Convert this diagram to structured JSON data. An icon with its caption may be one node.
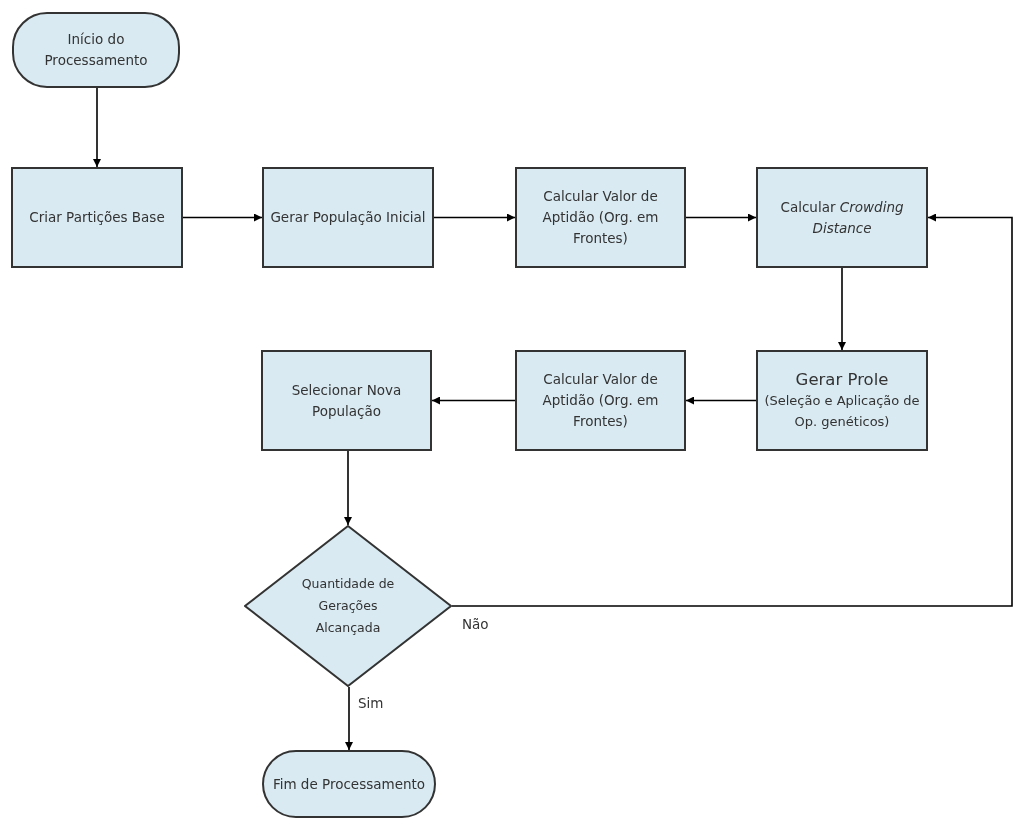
{
  "diagram": {
    "nodes": [
      {
        "text": [
          "Início do Processamento"
        ]
      },
      {
        "text": [
          "Criar Partições Base"
        ]
      },
      {
        "text": [
          "Gerar População Inicial"
        ]
      },
      {
        "text": [
          "Calcular Valor de Aptidão (Org. em Frontes)"
        ]
      },
      {
        "text": [
          "Calcular *Crowding Distance*"
        ]
      },
      {
        "text": [
          "Gerar Prole",
          "(Seleção e Aplicação de Op. genéticos)"
        ]
      },
      {
        "text": [
          "Calcular Valor de Aptidão (Org. em Frontes)"
        ]
      },
      {
        "text": [
          "Selecionar Nova População"
        ]
      },
      {
        "text": [
          "Quantidade de Gerações Alcançada"
        ]
      },
      {
        "text": [
          "Fim de Processamento"
        ]
      }
    ],
    "edges": [
      {
        "from": 0,
        "to": 1,
        "arrow": "to"
      },
      {
        "from": 1,
        "to": 2,
        "arrow": "to"
      },
      {
        "from": 2,
        "to": 3,
        "arrow": "to"
      },
      {
        "from": 3,
        "to": 4,
        "arrow": "to"
      },
      {
        "from": 4,
        "to": 5,
        "arrow": "to"
      },
      {
        "from": 5,
        "to": 6,
        "arrow": "to"
      },
      {
        "from": 6,
        "to": 7,
        "arrow": "to"
      },
      {
        "from": 7,
        "to": 8,
        "arrow": "to"
      },
      {
        "from": 8,
        "to": 9,
        "label": "Sim",
        "arrow": "to"
      },
      {
        "from": 8,
        "to": 4,
        "label": "Não",
        "arrow": "to"
      }
    ]
  }
}
